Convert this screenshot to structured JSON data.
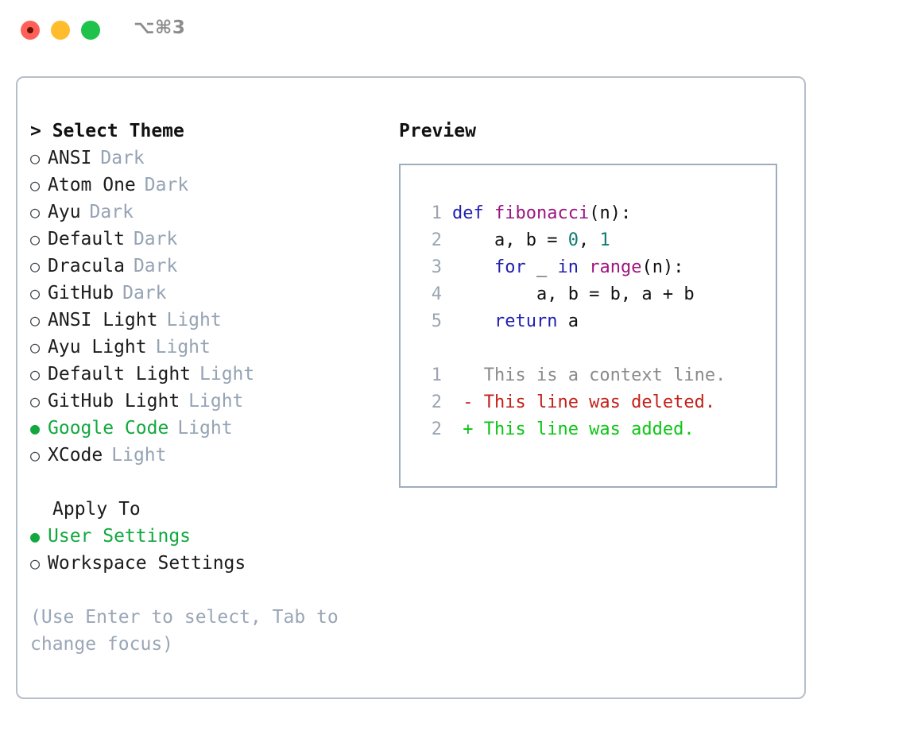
{
  "titlebar": {
    "shortcut": "⌥⌘3",
    "buttons": [
      {
        "name": "close",
        "color": "#ff6159"
      },
      {
        "name": "minimize",
        "color": "#ffbd2e"
      },
      {
        "name": "maximize",
        "color": "#1fc24a"
      }
    ]
  },
  "theme_picker": {
    "heading": "> Select Theme",
    "bullet_on": "●",
    "bullet_off": "○",
    "items": [
      {
        "label": "ANSI",
        "tag": "Dark",
        "selected": false
      },
      {
        "label": "Atom One",
        "tag": "Dark",
        "selected": false
      },
      {
        "label": "Ayu",
        "tag": "Dark",
        "selected": false
      },
      {
        "label": "Default",
        "tag": "Dark",
        "selected": false
      },
      {
        "label": "Dracula",
        "tag": "Dark",
        "selected": false
      },
      {
        "label": "GitHub",
        "tag": "Dark",
        "selected": false
      },
      {
        "label": "ANSI Light",
        "tag": "Light",
        "selected": false
      },
      {
        "label": "Ayu Light",
        "tag": "Light",
        "selected": false
      },
      {
        "label": "Default Light",
        "tag": "Light",
        "selected": false
      },
      {
        "label": "GitHub Light",
        "tag": "Light",
        "selected": false
      },
      {
        "label": "Google Code",
        "tag": "Light",
        "selected": true
      },
      {
        "label": "XCode",
        "tag": "Light",
        "selected": false
      }
    ]
  },
  "apply_to": {
    "heading": "Apply To",
    "options": [
      {
        "label": "User Settings",
        "selected": true
      },
      {
        "label": "Workspace Settings",
        "selected": false
      }
    ]
  },
  "hint": "(Use Enter to select, Tab to change focus)",
  "preview": {
    "title": "Preview",
    "code_lines": [
      {
        "number": "1",
        "tokens": [
          {
            "text": "def ",
            "kind": "kw"
          },
          {
            "text": "fibonacci",
            "kind": "fn"
          },
          {
            "text": "(n):",
            "kind": "pl"
          }
        ]
      },
      {
        "number": "2",
        "tokens": [
          {
            "text": "    a, b = ",
            "kind": "pl"
          },
          {
            "text": "0",
            "kind": "num"
          },
          {
            "text": ", ",
            "kind": "pl"
          },
          {
            "text": "1",
            "kind": "num"
          }
        ]
      },
      {
        "number": "3",
        "tokens": [
          {
            "text": "    ",
            "kind": "pl"
          },
          {
            "text": "for",
            "kind": "kw"
          },
          {
            "text": " _ ",
            "kind": "pl"
          },
          {
            "text": "in",
            "kind": "kw"
          },
          {
            "text": " ",
            "kind": "pl"
          },
          {
            "text": "range",
            "kind": "fn"
          },
          {
            "text": "(n):",
            "kind": "pl"
          }
        ]
      },
      {
        "number": "4",
        "tokens": [
          {
            "text": "        a, b = b, a + b",
            "kind": "pl"
          }
        ]
      },
      {
        "number": "5",
        "tokens": [
          {
            "text": "    ",
            "kind": "kw"
          },
          {
            "text": "return",
            "kind": "kw"
          },
          {
            "text": " a",
            "kind": "pl"
          }
        ]
      }
    ],
    "diff_lines": [
      {
        "number": "1",
        "marker": " ",
        "text": "This is a context line.",
        "kind": "ctx"
      },
      {
        "number": "2",
        "marker": "-",
        "text": "This line was deleted.",
        "kind": "del"
      },
      {
        "number": "2",
        "marker": "+",
        "text": "This line was added.",
        "kind": "add"
      }
    ]
  },
  "colors": {
    "accent_green": "#12a83f",
    "tag_muted": "#95a3b4",
    "keyword": "#1f1fb0",
    "function": "#9c1580",
    "number": "#0e7a72",
    "diff_deleted": "#c2211a",
    "diff_added": "#0ac613",
    "panel_border": "#b6bfc9",
    "code_border": "#9fadbd"
  }
}
